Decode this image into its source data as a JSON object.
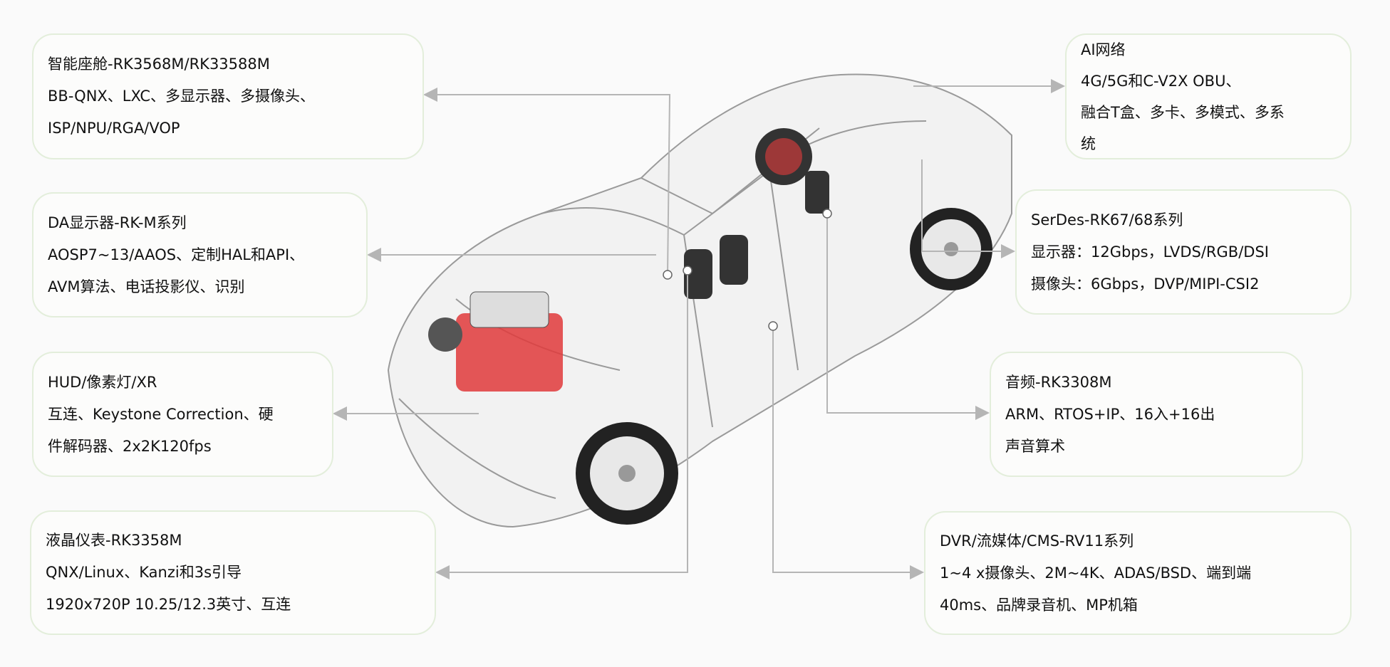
{
  "boxes": {
    "cockpit": {
      "title": "智能座舱-RK3568M/RK33588M",
      "lines": [
        "BB-QNX、LXC、多显示器、多摄像头、",
        "ISP/NPU/RGA/VOP"
      ]
    },
    "da_display": {
      "title": "DA显示器-RK-M系列",
      "lines": [
        "AOSP7~13/AAOS、定制HAL和API、",
        "AVM算法、电话投影仪、识别"
      ]
    },
    "hud": {
      "title": "HUD/像素灯/XR",
      "lines": [
        "互连、Keystone Correction、硬",
        "件解码器、2x2K120fps"
      ]
    },
    "cluster": {
      "title": "液晶仪表-RK3358M",
      "lines": [
        "QNX/Linux、Kanzi和3s引导",
        "1920x720P 10.25/12.3英寸、互连"
      ]
    },
    "ai_network": {
      "title": "AI网络",
      "lines": [
        "4G/5G和C-V2X OBU、",
        "融合T盒、多卡、多模式、多系",
        "统"
      ]
    },
    "serdes": {
      "title": "SerDes-RK67/68系列",
      "lines": [
        "显示器：12Gbps，LVDS/RGB/DSI",
        "摄像头：6Gbps，DVP/MIPI-CSI2"
      ]
    },
    "audio": {
      "title": "音频-RK3308M",
      "lines": [
        "ARM、RTOS+IP、16入+16出",
        "声音算术"
      ]
    },
    "dvr": {
      "title": "DVR/流媒体/CMS-RV11系列",
      "lines": [
        "1~4 x摄像头、2M~4K、ADAS/BSD、端到端",
        "40ms、品牌录音机、MP机箱"
      ]
    }
  },
  "colors": {
    "connector": "#b5b5b5",
    "box_border": "#e3eedb",
    "accent_red": "#e0393b"
  }
}
